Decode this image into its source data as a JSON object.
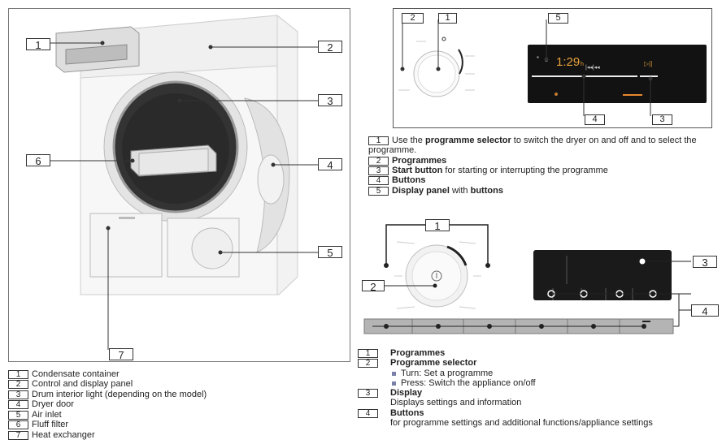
{
  "dryer_figure": {
    "callouts": [
      "1",
      "2",
      "3",
      "4",
      "5",
      "6",
      "7"
    ]
  },
  "dryer_legend": [
    {
      "num": "1",
      "text": "Condensate container"
    },
    {
      "num": "2",
      "text": "Control and display panel"
    },
    {
      "num": "3",
      "text": "Drum interior light (depending on the model)"
    },
    {
      "num": "4",
      "text": "Dryer door"
    },
    {
      "num": "5",
      "text": "Air inlet"
    },
    {
      "num": "6",
      "text": "Fluff filter"
    },
    {
      "num": "7",
      "text": "Heat exchanger"
    }
  ],
  "panel_a": {
    "callouts": [
      "2",
      "1",
      "5",
      "4",
      "3"
    ],
    "display_time": "1:29",
    "display_suffix": "h"
  },
  "panel_a_legend": [
    {
      "num": "1",
      "pre": "Use the ",
      "bold": "programme selector",
      "post": " to switch the dryer on and off and to select the programme."
    },
    {
      "num": "2",
      "pre": "",
      "bold": "Programmes",
      "post": ""
    },
    {
      "num": "3",
      "pre": "",
      "bold": "Start button",
      "post": " for starting or interrupting the programme"
    },
    {
      "num": "4",
      "pre": "",
      "bold": "Buttons",
      "post": ""
    },
    {
      "num": "5",
      "pre": "",
      "bold": "Display panel",
      "post": " with ",
      "bold2": "buttons"
    }
  ],
  "panel_b": {
    "callouts": [
      "1",
      "2",
      "3",
      "4"
    ]
  },
  "panel_b_legend": {
    "programmes": {
      "num": "1",
      "text": "Programmes"
    },
    "selector": {
      "num": "2",
      "text": "Programme selector",
      "bullets": [
        "Turn: Set a programme",
        "Press: Switch the appliance on/off"
      ]
    },
    "display": {
      "num": "3",
      "text": "Display",
      "desc": "Displays settings and information"
    },
    "buttons": {
      "num": "4",
      "text": "Buttons",
      "desc": "for programme settings and additional functions/appliance settings"
    }
  }
}
